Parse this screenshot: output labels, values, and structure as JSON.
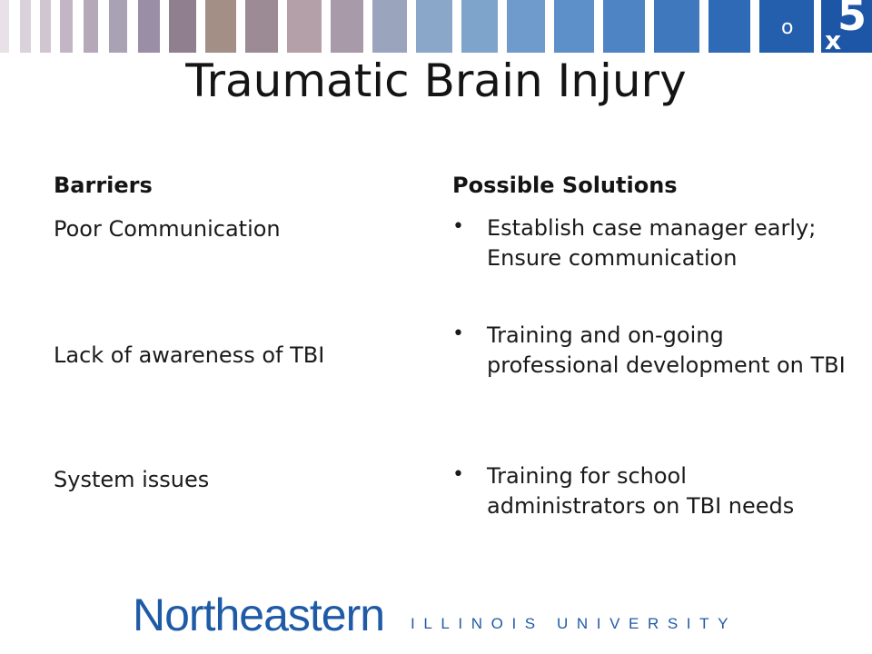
{
  "slide": {
    "title": "Traumatic Brain Injury",
    "barriers_heading": "Barriers",
    "solutions_heading": "Possible Solutions",
    "barriers": [
      "Poor Communication",
      "Lack of awareness of TBI",
      "System issues"
    ],
    "solutions": [
      "Establish case manager early; Ensure communication",
      "Training and on-going professional development on TBI",
      "Training for school administrators on TBI needs"
    ]
  },
  "logo": {
    "name": "Northeastern",
    "subtitle": "ILLINOIS UNIVERSITY"
  },
  "colors": {
    "brand_blue": "#1f5aa6",
    "text": "#1a1a1a"
  }
}
